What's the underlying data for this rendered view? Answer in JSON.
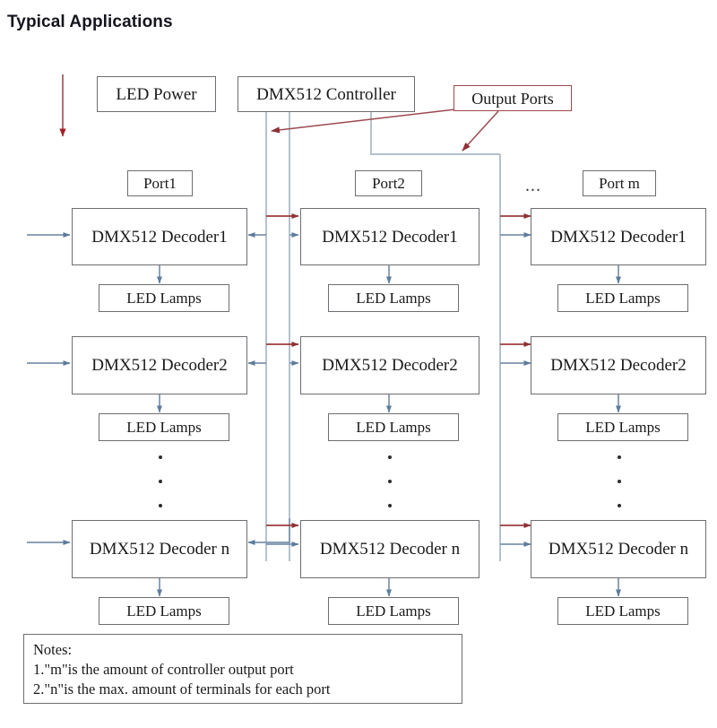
{
  "title": "Typical Applications",
  "blocks": {
    "led_power": "LED Power",
    "controller": "DMX512 Controller",
    "output_ports": "Output Ports"
  },
  "ports": [
    {
      "label": "Port1"
    },
    {
      "label": "Port2"
    },
    {
      "label": "Port m"
    }
  ],
  "ellipsis_between_ports": "...",
  "columns": [
    {
      "port": "Port1",
      "rows": [
        {
          "decoder": "DMX512 Decoder1",
          "lamps": "LED Lamps"
        },
        {
          "decoder": "DMX512 Decoder2",
          "lamps": "LED Lamps"
        },
        {
          "decoder": "DMX512 Decoder n",
          "lamps": "LED Lamps"
        }
      ]
    },
    {
      "port": "Port2",
      "rows": [
        {
          "decoder": "DMX512 Decoder1",
          "lamps": "LED Lamps"
        },
        {
          "decoder": "DMX512 Decoder2",
          "lamps": "LED Lamps"
        },
        {
          "decoder": "DMX512 Decoder n",
          "lamps": "LED Lamps"
        }
      ]
    },
    {
      "port": "Port m",
      "rows": [
        {
          "decoder": "DMX512 Decoder1",
          "lamps": "LED Lamps"
        },
        {
          "decoder": "DMX512 Decoder2",
          "lamps": "LED Lamps"
        },
        {
          "decoder": "DMX512 Decoder n",
          "lamps": "LED Lamps"
        }
      ]
    }
  ],
  "notes": {
    "heading": "Notes:",
    "line1": "1.\"m\"is the amount of controller output port",
    "line2": "2.\"n\"is the max. amount of terminals for each port"
  },
  "colors": {
    "box_border": "#6e6e72",
    "text": "#1a1a1a",
    "signal_red": "#9b3b3b",
    "signal_blue": "#7b93ad",
    "bus_line": "#a8b8c4",
    "callout_red": "#9b4a51",
    "title": "#14141e"
  }
}
